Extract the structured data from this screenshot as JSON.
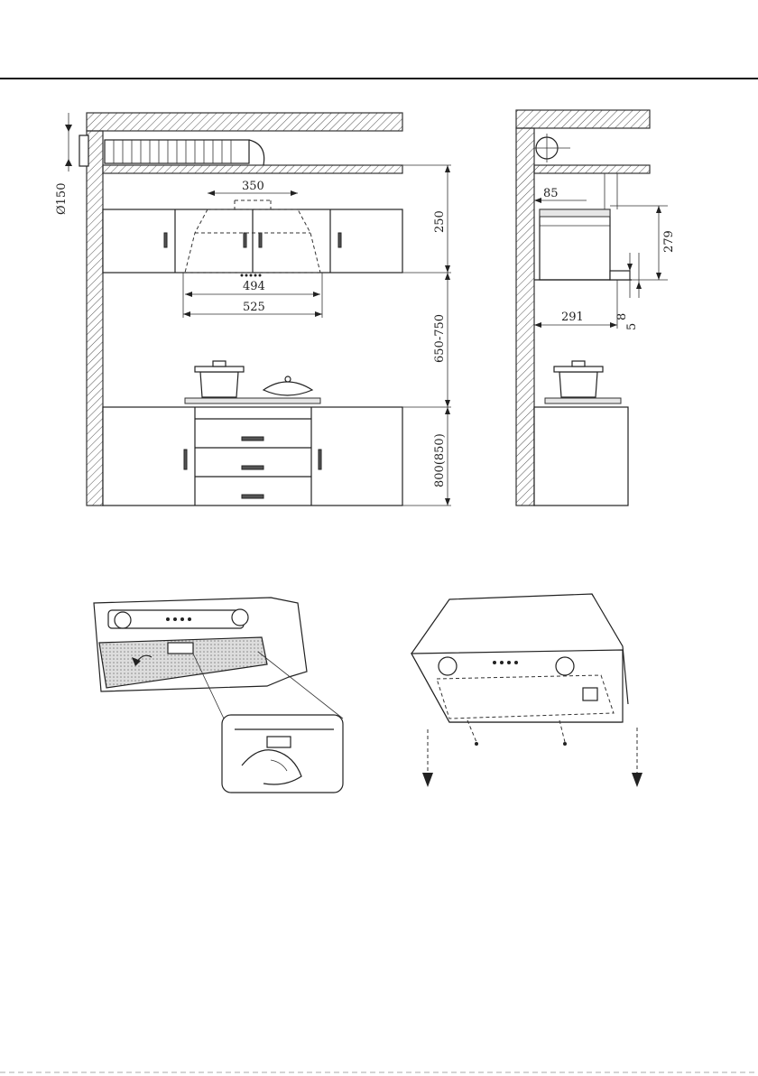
{
  "front_view": {
    "duct_diameter": "Ø150",
    "duct_outlet_width": "350",
    "cabinet_height": "250",
    "inner_width": "494",
    "outer_width": "525",
    "hob_clearance": "650-750",
    "base_unit_height": "800(850)"
  },
  "side_view": {
    "wall_offset": "85",
    "body_height": "279",
    "depth": "291",
    "lip_a": "8",
    "lip_b": "5"
  },
  "colors": {
    "line": "#222222",
    "hatch": "#555555",
    "background": "#ffffff"
  }
}
